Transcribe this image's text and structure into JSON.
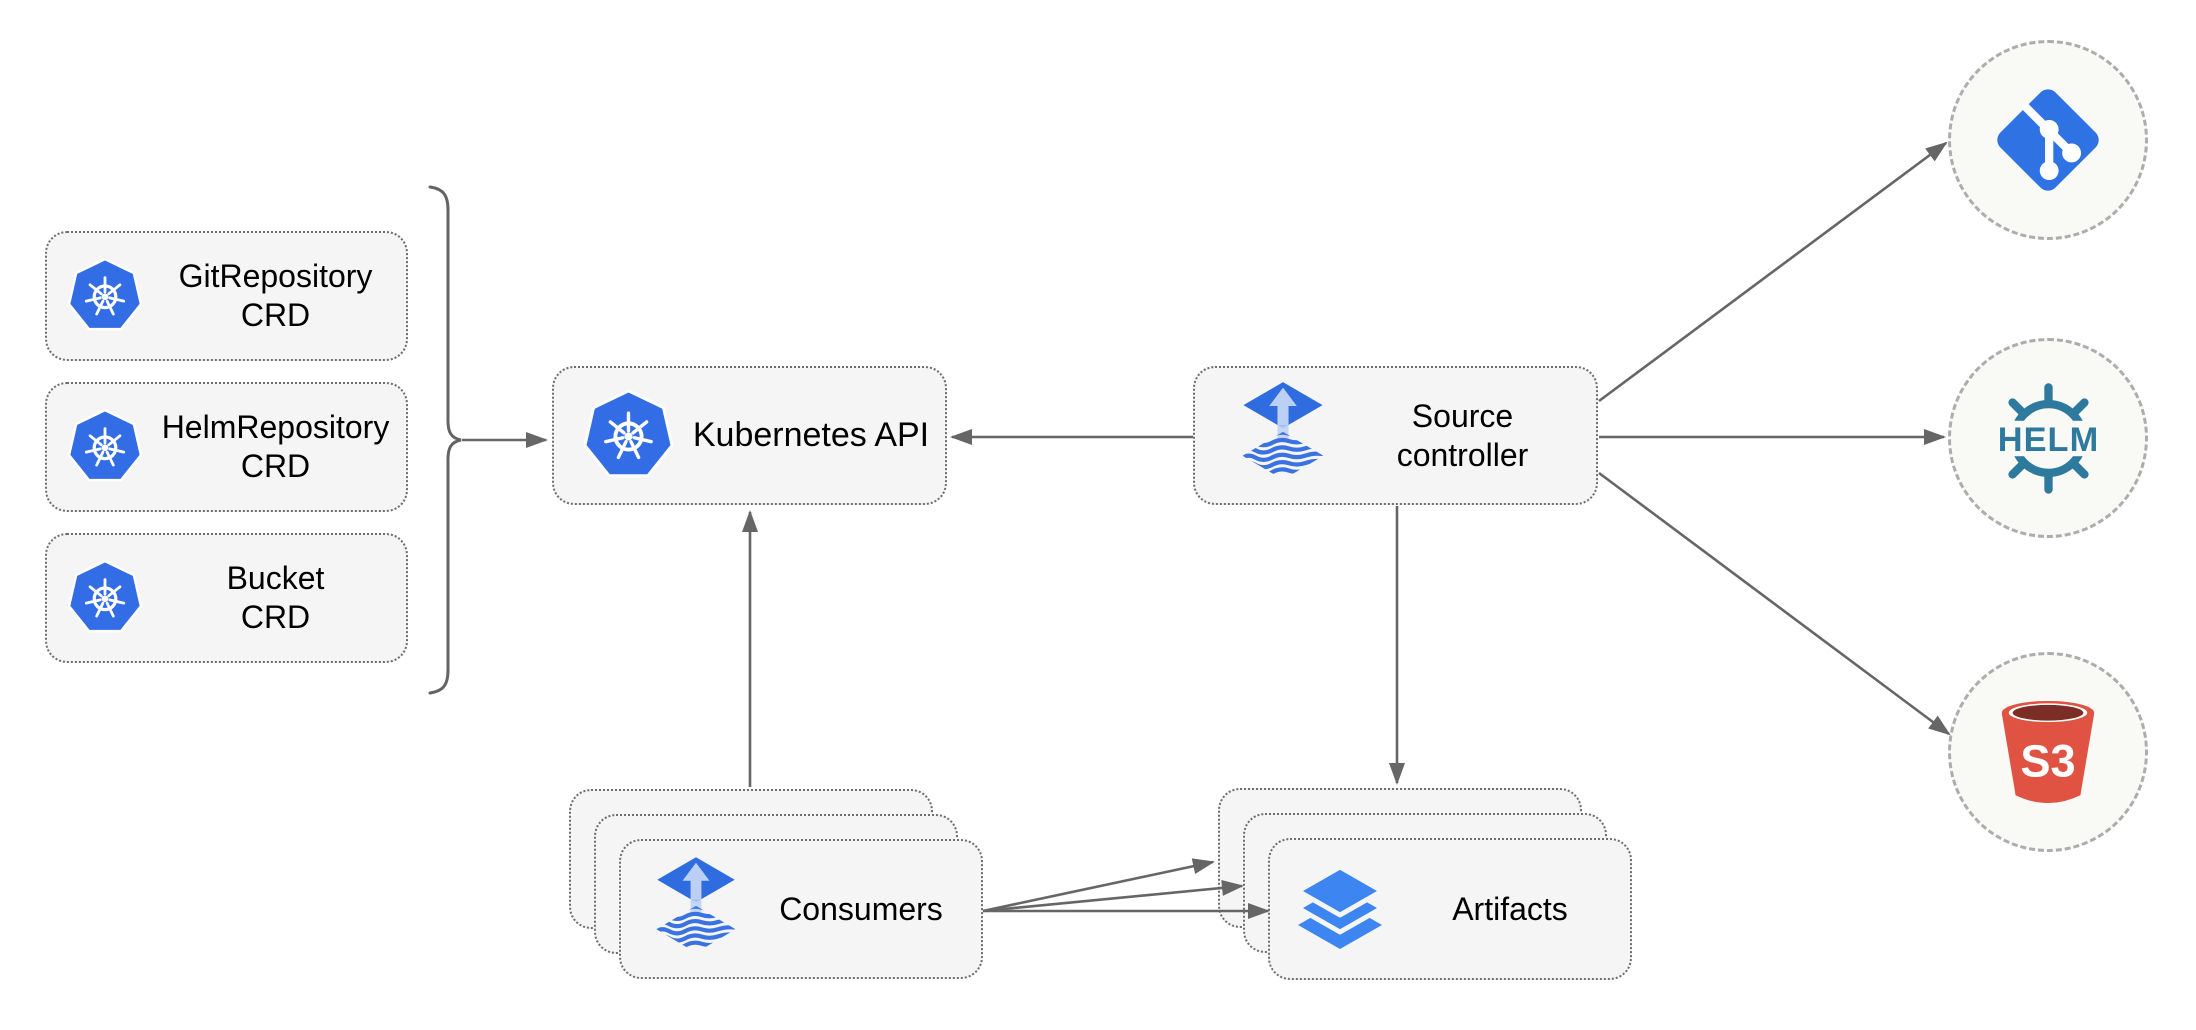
{
  "diagram": {
    "crd_boxes": [
      {
        "line1": "GitRepository",
        "line2": "CRD"
      },
      {
        "line1": "HelmRepository",
        "line2": "CRD"
      },
      {
        "line1": "Bucket",
        "line2": "CRD"
      }
    ],
    "kubernetes_api": {
      "label": "Kubernetes API"
    },
    "source_controller": {
      "line1": "Source",
      "line2": "controller"
    },
    "consumers": {
      "label": "Consumers"
    },
    "artifacts": {
      "label": "Artifacts"
    },
    "helm_logo_text": "HELM",
    "s3_logo_text": "S3",
    "colors": {
      "kubernetes_blue": "#326de6",
      "flux_blue": "#2f6ce0",
      "flux_arrow_light": "#bcd0f5",
      "flux_wave_blue": "#3a72e2",
      "layers_blue": "#3d85f0",
      "git_blue": "#2f72e4",
      "helm_teal": "#2e7a9e",
      "s3_red": "#e05343",
      "s3_dark_top": "#7b2d26",
      "arrow_gray": "#666666",
      "node_fill": "#f5f5f5",
      "node_border": "#6e6e6e",
      "circle_fill": "#f9f9f6",
      "circle_border": "#adadad",
      "text": "#000000"
    }
  }
}
